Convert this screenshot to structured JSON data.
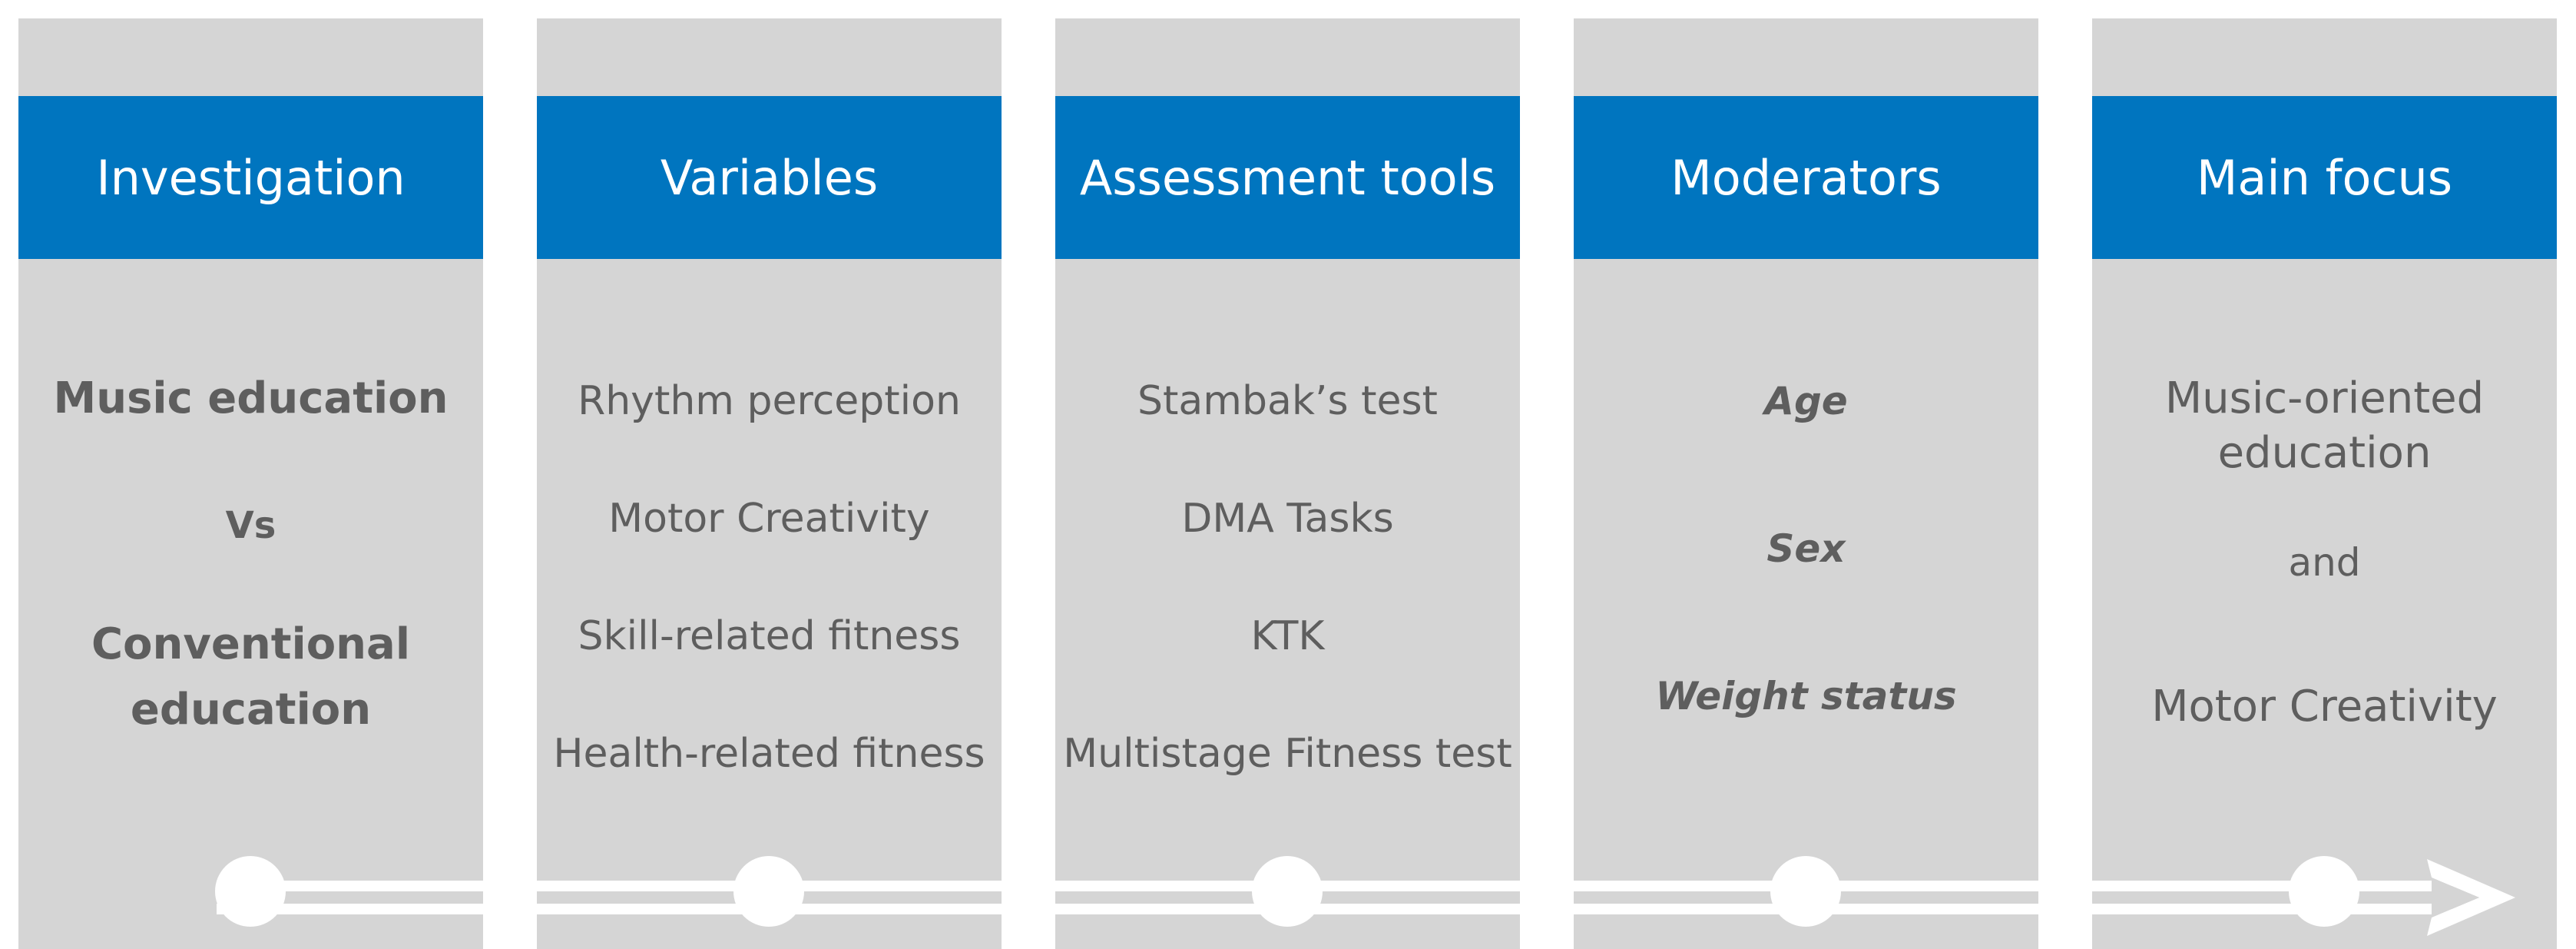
{
  "columns": [
    {
      "header": "Investigation",
      "items": [
        "Music education",
        "Vs",
        "Conventional",
        "education"
      ]
    },
    {
      "header": "Variables",
      "items": [
        "Rhythm perception",
        "Motor Creativity",
        "Skill-related fitness",
        "Health-related fitness"
      ]
    },
    {
      "header": "Assessment tools",
      "items": [
        "Stambak’s test",
        "DMA Tasks",
        "KTK",
        "Multistage Fitness test"
      ]
    },
    {
      "header": "Moderators",
      "items": [
        "Age",
        "Sex",
        "Weight status"
      ]
    },
    {
      "header": "Main focus",
      "items": [
        "Music-oriented",
        "education",
        "and",
        "Motor Creativity"
      ]
    }
  ],
  "colors": {
    "panel": "#d5d5d5",
    "header": "#0075bf",
    "text": "#5e5e5e",
    "timeline": "#ffffff"
  }
}
